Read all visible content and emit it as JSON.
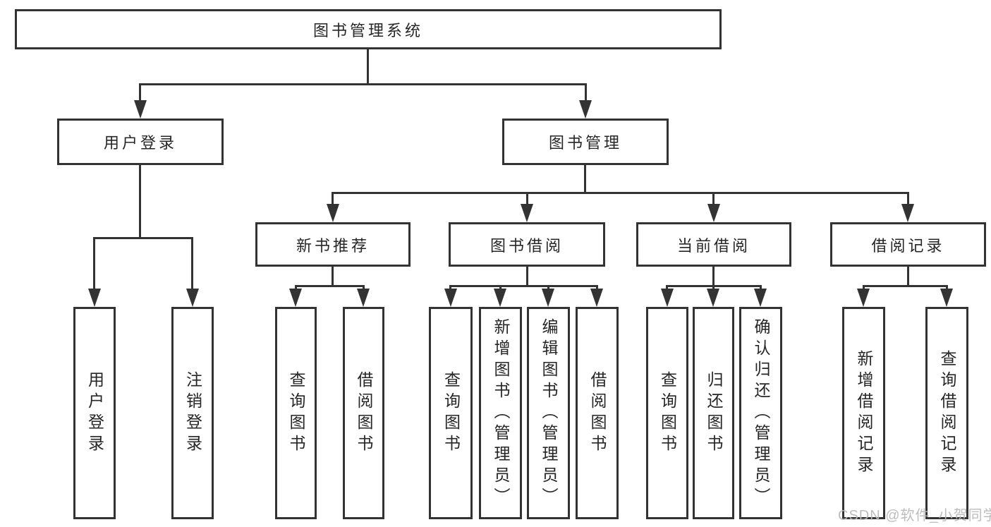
{
  "nodes": {
    "root": "图书管理系统",
    "user_login": "用户登录",
    "book_mgmt": "图书管理",
    "new_book_rec": "新书推荐",
    "book_borrow": "图书借阅",
    "current_borrow": "当前借阅",
    "borrow_records": "借阅记录"
  },
  "leaves": {
    "user_login": [
      "用户登录",
      "注销登录"
    ],
    "new_book_rec": [
      "查询图书",
      "借阅图书"
    ],
    "book_borrow": [
      "查询图书",
      "新增图书（管理员）",
      "编辑图书（管理员）",
      "借阅图书"
    ],
    "current_borrow": [
      "查询图书",
      "归还图书",
      "确认归还（管理员）"
    ],
    "borrow_records": [
      "新增借阅记录",
      "查询借阅记录"
    ]
  },
  "watermark": "CSDN @软件_小贺同学",
  "colors": {
    "line": "#333333",
    "text": "#262626",
    "box_background": "#ffffff",
    "page_background": "#ffffff",
    "watermark": "#b9b9b9"
  }
}
